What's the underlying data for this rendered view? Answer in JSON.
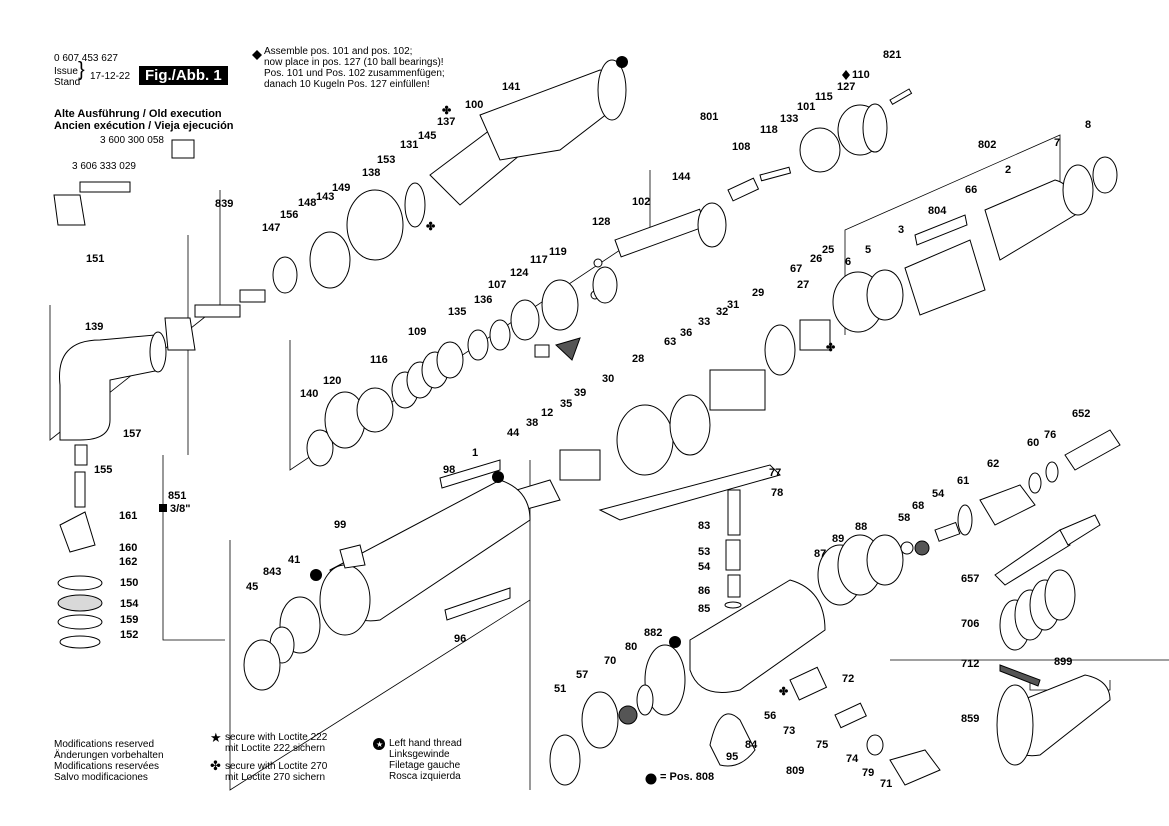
{
  "header": {
    "doc_number": "0 607 453 627",
    "issue_label": "Issue",
    "stand_label": "Stand",
    "issue_date": "17-12-22",
    "figure_label": "Fig./Abb. 1",
    "old_exec": [
      "Alte Ausführung / Old execution",
      "Ancien exécution / Vieja ejecución"
    ],
    "old_part_1": "3 600 300 058",
    "old_part_2": "3 606 333 029"
  },
  "assembly_note": [
    "Assemble pos. 101 and pos. 102;",
    "now place in pos. 127 (10 ball bearings)!",
    "Pos. 101 und Pos. 102 zusammenfügen;",
    "danach 10 Kugeln Pos. 127 einfüllen!"
  ],
  "side_label_851": "851",
  "side_label_38": "3/8\"",
  "footer": {
    "modifications": [
      "Modifications reserved",
      "Änderungen vorbehalten",
      "Modifications reservées",
      "Salvo modificaciones"
    ],
    "loctite_222": [
      "secure with Loctite 222",
      "mit Loctite 222 sichern"
    ],
    "loctite_270": [
      "secure with Loctite 270",
      "mit Loctite 270 sichern"
    ],
    "left_hand": [
      "Left hand thread",
      "Linksgewinde",
      "Filetage gauche",
      "Rosca izquierda"
    ],
    "pos_808": "= Pos. 808"
  },
  "icons": {
    "star": "star-icon",
    "club": "club-icon",
    "left-hand": "left-hand-thread-icon",
    "diamond": "diamond-icon",
    "dot": "dot-icon"
  },
  "labels": [
    "821",
    "110",
    "127",
    "115",
    "101",
    "133",
    "118",
    "108",
    "801",
    "144",
    "102",
    "128",
    "119",
    "117",
    "124",
    "107",
    "136",
    "135",
    "109",
    "116",
    "120",
    "140",
    "141",
    "100",
    "137",
    "145",
    "131",
    "153",
    "138",
    "149",
    "143",
    "148",
    "156",
    "147",
    "839",
    "151",
    "139",
    "157",
    "155",
    "161",
    "160",
    "162",
    "150",
    "154",
    "159",
    "152",
    "802",
    "8",
    "7",
    "2",
    "804",
    "3",
    "66",
    "5",
    "6",
    "25",
    "26",
    "67",
    "27",
    "29",
    "31",
    "32",
    "33",
    "36",
    "63",
    "28",
    "30",
    "39",
    "35",
    "12",
    "38",
    "44",
    "1",
    "98",
    "99",
    "843",
    "41",
    "45",
    "96",
    "652",
    "76",
    "60",
    "62",
    "61",
    "54",
    "68",
    "58",
    "88",
    "89",
    "87",
    "77",
    "78",
    "83",
    "53",
    "54",
    "86",
    "85",
    "657",
    "706",
    "712",
    "899",
    "859",
    "882",
    "80",
    "70",
    "57",
    "51",
    "72",
    "56",
    "73",
    "75",
    "74",
    "79",
    "71",
    "84",
    "95",
    "809"
  ]
}
